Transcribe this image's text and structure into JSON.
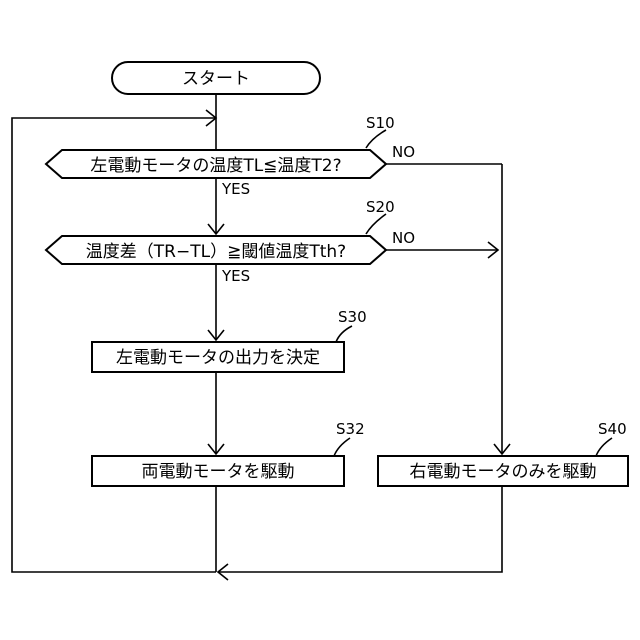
{
  "start": {
    "label": "スタート"
  },
  "steps": {
    "s10": {
      "id": "S10",
      "label": "左電動モータの温度TL≦温度T2?",
      "yes": "YES",
      "no": "NO"
    },
    "s20": {
      "id": "S20",
      "label": "温度差（TR−TL）≧閾値温度Tth?",
      "yes": "YES",
      "no": "NO"
    },
    "s30": {
      "id": "S30",
      "label": "左電動モータの出力を決定"
    },
    "s32": {
      "id": "S32",
      "label": "両電動モータを駆動"
    },
    "s40": {
      "id": "S40",
      "label": "右電動モータのみを駆動"
    }
  }
}
